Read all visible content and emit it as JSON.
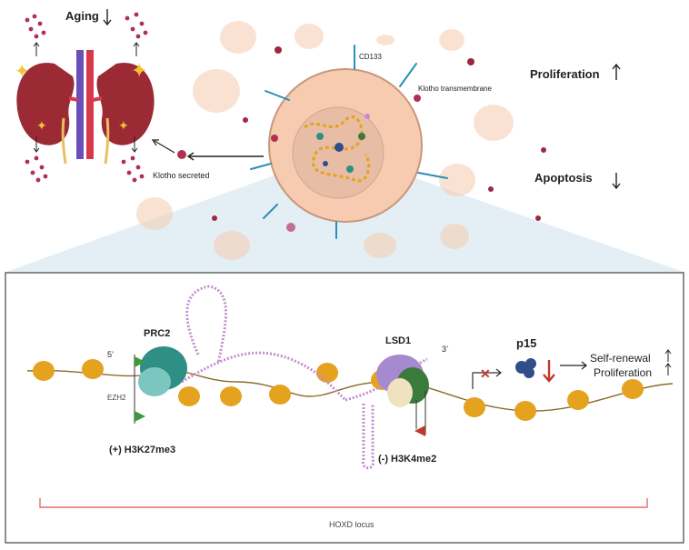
{
  "top": {
    "aging_label": "Aging",
    "klotho_secreted": "Klotho secreted",
    "cd133": "CD133",
    "klotho_transmembrane": "Klotho transmembrane",
    "proliferation": "Proliferation",
    "apoptosis": "Apoptosis"
  },
  "bottom": {
    "prc2": "PRC2",
    "ezh2": "EZH2",
    "five_prime": "5’",
    "three_prime": "3’",
    "h3k27me3": "(+) H3K27me3",
    "lsd1": "LSD1",
    "h3k4me2": "(-) H3K4me2",
    "p15": "p15",
    "self_renewal": "Self-renewal",
    "proliferation": "Proliferation",
    "hoxd_locus": "HOXD locus"
  },
  "colors": {
    "cell_fill": "#f6cbb0",
    "nucleus_fill": "#e8bda6",
    "kidney": "#9b2a34",
    "artery": "#d63a4a",
    "vein": "#6a4fb8",
    "nucleosome": "#e4a21e",
    "rna": "#c58bd0",
    "prc2": "#2f8f86",
    "lsd1_green": "#3a7a3a",
    "lsd1_purple": "#a68ad0",
    "p15": "#2f4e8a",
    "flag_green": "#3c9a3c",
    "flag_red": "#c0392b",
    "locus_line": "#d9534f"
  }
}
